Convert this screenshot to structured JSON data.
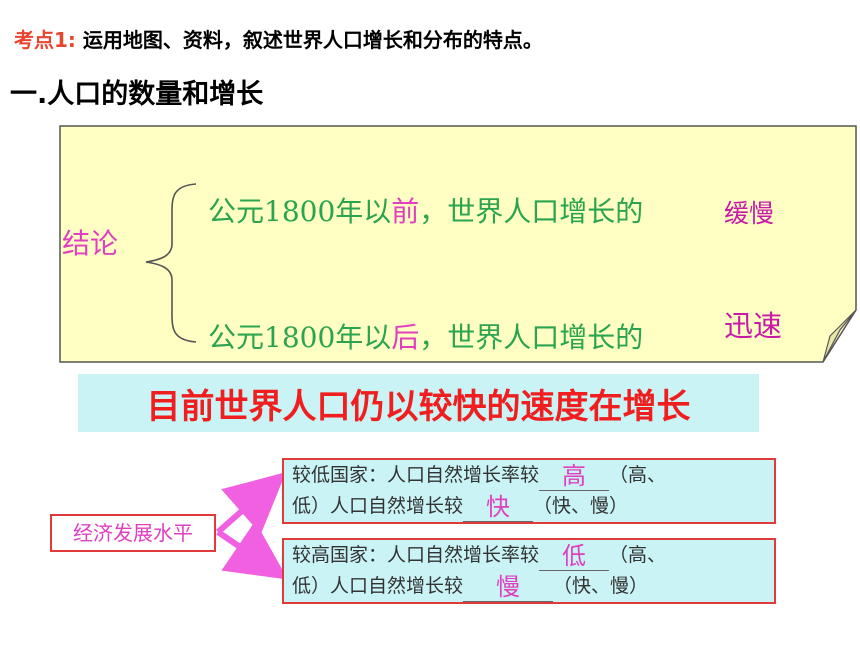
{
  "header": {
    "label": "考点1:",
    "text": "运用地图、资料，叙述世界人口增长和分布的特点。"
  },
  "section_title": "一.人口的数量和增长",
  "note": {
    "conclusion_label": "结论",
    "line1": {
      "pre": "公元1800年以",
      "key": "前",
      "post": "，世界人口增长的",
      "answer": "缓慢"
    },
    "line2": {
      "pre": "公元1800年以",
      "key": "后",
      "post": "，世界人口增长的",
      "answer": "迅速"
    }
  },
  "banner": "目前世界人口仍以较快的速度在增长",
  "economy_label": "经济发展水平",
  "low_box": {
    "l1_pre": "较低国家：人口自然增长率较",
    "l1_ans": "高",
    "l1_post": "（高、",
    "l2_pre": "低）人口自然增长较",
    "l2_ans": "快",
    "l2_post": "（快、慢）"
  },
  "high_box": {
    "l1_pre": "较高国家：人口自然增长率较",
    "l1_ans": "低",
    "l1_post": "（高、",
    "l2_pre": "低）人口自然增长较",
    "l2_ans": "慢",
    "l2_post": "（快、慢）"
  },
  "colors": {
    "label_red": "#e8442e",
    "note_bg": "#ffffc4",
    "green_text": "#2aa44e",
    "pink_text": "#e040c0",
    "banner_bg": "#c9f3f5",
    "banner_text": "#f01e1e",
    "box_border": "#e23a3a",
    "arrow": "#f060e0"
  }
}
